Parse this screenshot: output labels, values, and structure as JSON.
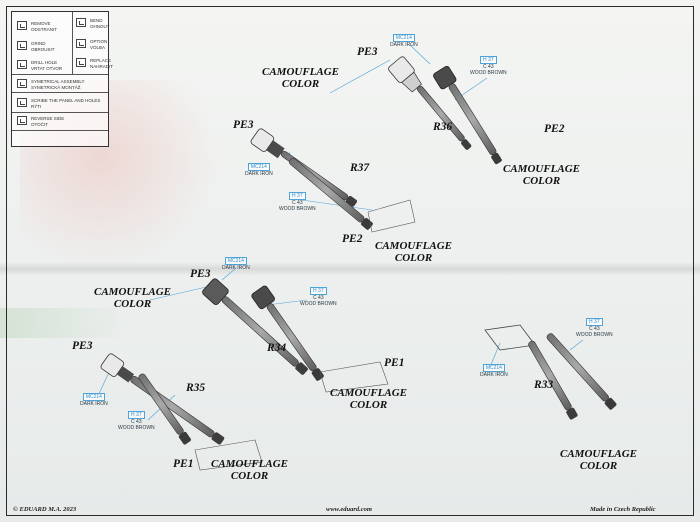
{
  "legend": [
    {
      "icon": "remove-icon",
      "en": "REMOVE",
      "cz": "ODSTRANIT"
    },
    {
      "icon": "bend-icon",
      "en": "BEND",
      "cz": "OHNOUT"
    },
    {
      "icon": "grind-icon",
      "en": "GRIND",
      "cz": "OBROUSIT"
    },
    {
      "icon": "option-icon",
      "en": "OPTION",
      "cz": "VOLBA"
    },
    {
      "icon": "drill-icon",
      "en": "DRILL HOLE",
      "cz": "VRTAT OTVOR"
    },
    {
      "icon": "replace-icon",
      "en": "REPLACE",
      "cz": "NAHRADIT"
    },
    {
      "icon": "symmetrical-icon",
      "en": "SYMETRICAL ASSEMBLY",
      "cz": "SYMETRICKÁ MONTÁŽ"
    },
    {
      "icon": "scribe-icon",
      "en": "SCRIBE THE PANEL AND HOLES",
      "cz": "RÝTI"
    },
    {
      "icon": "reverse-icon",
      "en": "REVERSE SIDE",
      "cz": "OTOČIT"
    }
  ],
  "assemblies": {
    "r36": {
      "part": "R36",
      "pe_top": "PE3",
      "pe_end": "PE2"
    },
    "r37": {
      "part": "R37",
      "pe_top": "PE3",
      "pe_end": "PE2"
    },
    "r34": {
      "part": "R34",
      "pe_top": "PE3",
      "pe_end": "PE1"
    },
    "r35": {
      "part": "R35",
      "pe_top": "PE3",
      "pe_end": "PE1"
    },
    "r33": {
      "part": "R33"
    }
  },
  "camouflage": {
    "line1": "CAMOUFLAGE",
    "line2": "COLOR"
  },
  "paints": {
    "dark_iron": {
      "code": "MC214",
      "name": "DARK IRON"
    },
    "wood_brown": {
      "code": "H 37",
      "code2": "C 43",
      "name": "WOOD BROWN"
    }
  },
  "footer": {
    "copyright": "© EDUARD  M.A. 2023",
    "website": "www.eduard.com",
    "made_in": "Made in Czech Republic"
  },
  "colors": {
    "callout_line": "#4ea3d8",
    "paint_code": "#2f8fcf",
    "handle_grip": "#555555"
  }
}
